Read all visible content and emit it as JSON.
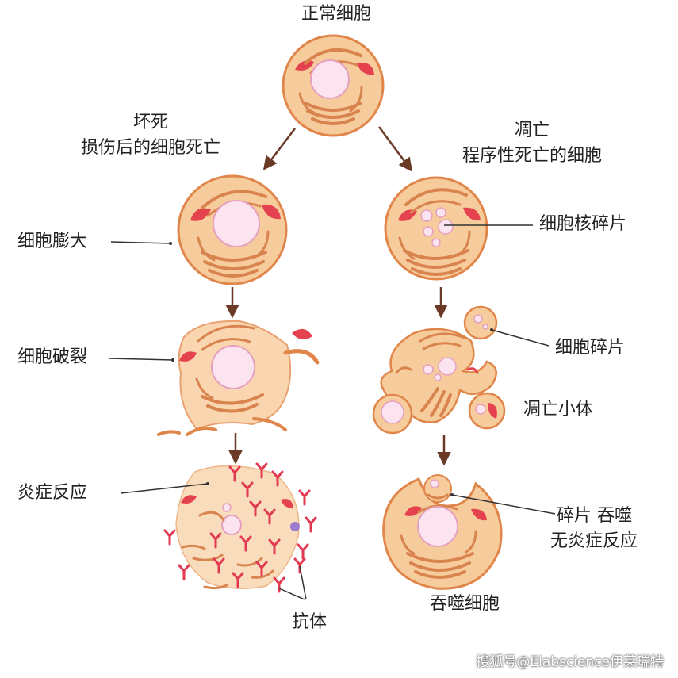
{
  "diagram": {
    "top_title": "正常细胞",
    "necrosis_title": "坏死",
    "necrosis_subtitle": "损伤后的细胞死亡",
    "apoptosis_title": "凋亡",
    "apoptosis_subtitle": "程序性死亡的细胞",
    "label_swelling": "细胞膨大",
    "label_rupture": "细胞破裂",
    "label_inflammation": "炎症反应",
    "label_antibody": "抗体",
    "label_nuclear_fragment": "细胞核碎片",
    "label_cell_fragment": "细胞碎片",
    "label_apoptotic_body": "凋亡小体",
    "label_phago_line1": "碎片 吞噬",
    "label_phago_line2": "无炎症反应",
    "label_phagocyte": "吞噬细胞"
  },
  "watermark": "搜狐号@Elabscience伊莱瑞特",
  "colors": {
    "cell_fill": "#f7cc9c",
    "cell_stroke": "#e0864a",
    "nucleus": "#fbe3ef",
    "nucleus_stroke": "#e6a0bf",
    "mitochondria": "#e5424f",
    "organelle": "#d9834e",
    "antibody": "#e23a52",
    "arrow": "#6b3a26"
  }
}
